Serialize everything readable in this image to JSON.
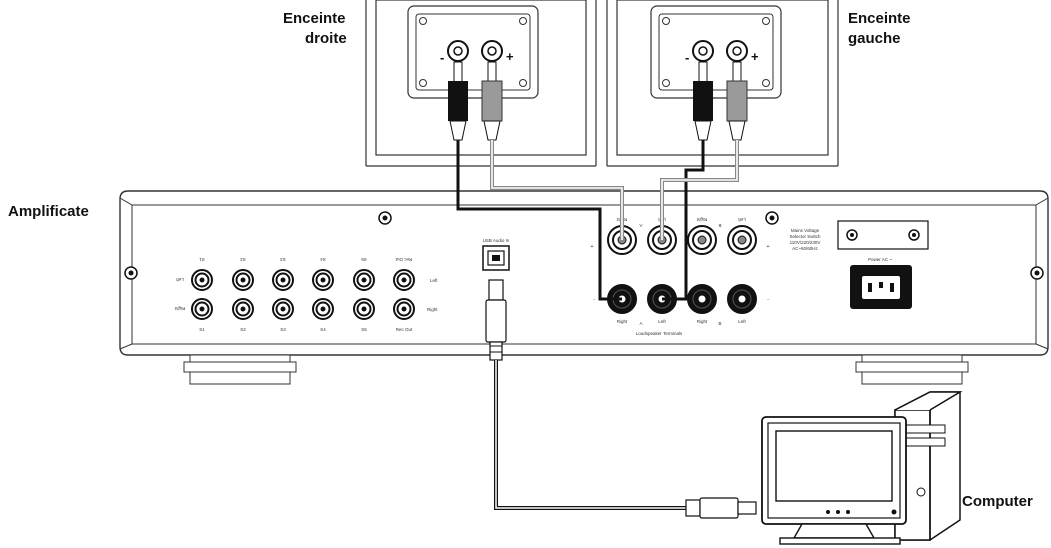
{
  "callouts": {
    "right_speaker": [
      "Enceinte",
      "droite"
    ],
    "left_speaker": [
      "Enceinte",
      "gauche"
    ],
    "amplifier": "Amplificate",
    "computer": "Computer"
  },
  "speaker_terminals": {
    "minus": "-",
    "plus": "+"
  },
  "amp_panel": {
    "input_top_labels": [
      "S1",
      "S2",
      "S3",
      "S4",
      "S5",
      "Rec Out"
    ],
    "input_bottom_labels": [
      "S1",
      "S2",
      "S3",
      "S4",
      "S5",
      "Rec Out"
    ],
    "channel_top": "Left",
    "channel_bottom": "Right",
    "usb_label": "USB Audio In",
    "speaker_top_labels": [
      "Right",
      "Left",
      "Right",
      "Left"
    ],
    "speaker_bottom_labels": [
      "Right",
      "Left",
      "Right",
      "Left"
    ],
    "group_a": "A",
    "group_b": "B",
    "plus": "+",
    "minus": "-",
    "loudspeaker_terminals": "Loudspeaker Terminals",
    "voltage_selector": [
      "Mains Voltage",
      "Selector Switch",
      "110V/220/230V",
      "AC~50/60Hz"
    ],
    "power": "Power AC"
  },
  "colors": {
    "outline": "#333333",
    "black_cable": "#111111",
    "grey_cable": "#9a9a9a"
  }
}
